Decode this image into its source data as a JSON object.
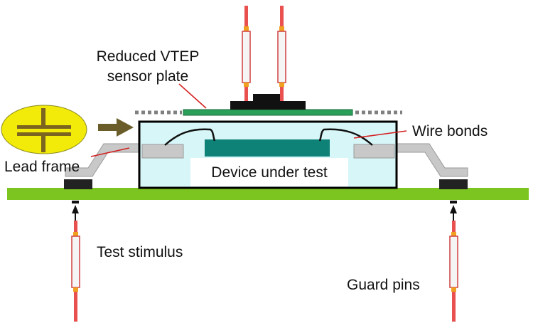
{
  "labels": {
    "sensor_plate_line1": "Reduced VTEP",
    "sensor_plate_line2": "sensor plate",
    "wire_bonds": "Wire bonds",
    "lead_frame": "Lead frame",
    "device_under_test": "Device under test",
    "test_stimulus": "Test stimulus",
    "guard_pins": "Guard pins"
  },
  "colors": {
    "pcb": "#7cc520",
    "package_fill": "#d7f6f8",
    "die": "#0f8278",
    "sensor_plate": "#2aa05a",
    "lead": "#c8c8c8",
    "pin_red": "#e8514f",
    "pin_gold": "#f0a020",
    "capacitor_fill": "#f2ea08",
    "capacitor_plate": "#7a6420",
    "arrow": "#6b5d2a",
    "leader_line": "#d42020",
    "pad": "#222222"
  },
  "icons": {
    "capacitor": "capacitor-symbol-icon",
    "arrow": "right-arrow-icon"
  }
}
